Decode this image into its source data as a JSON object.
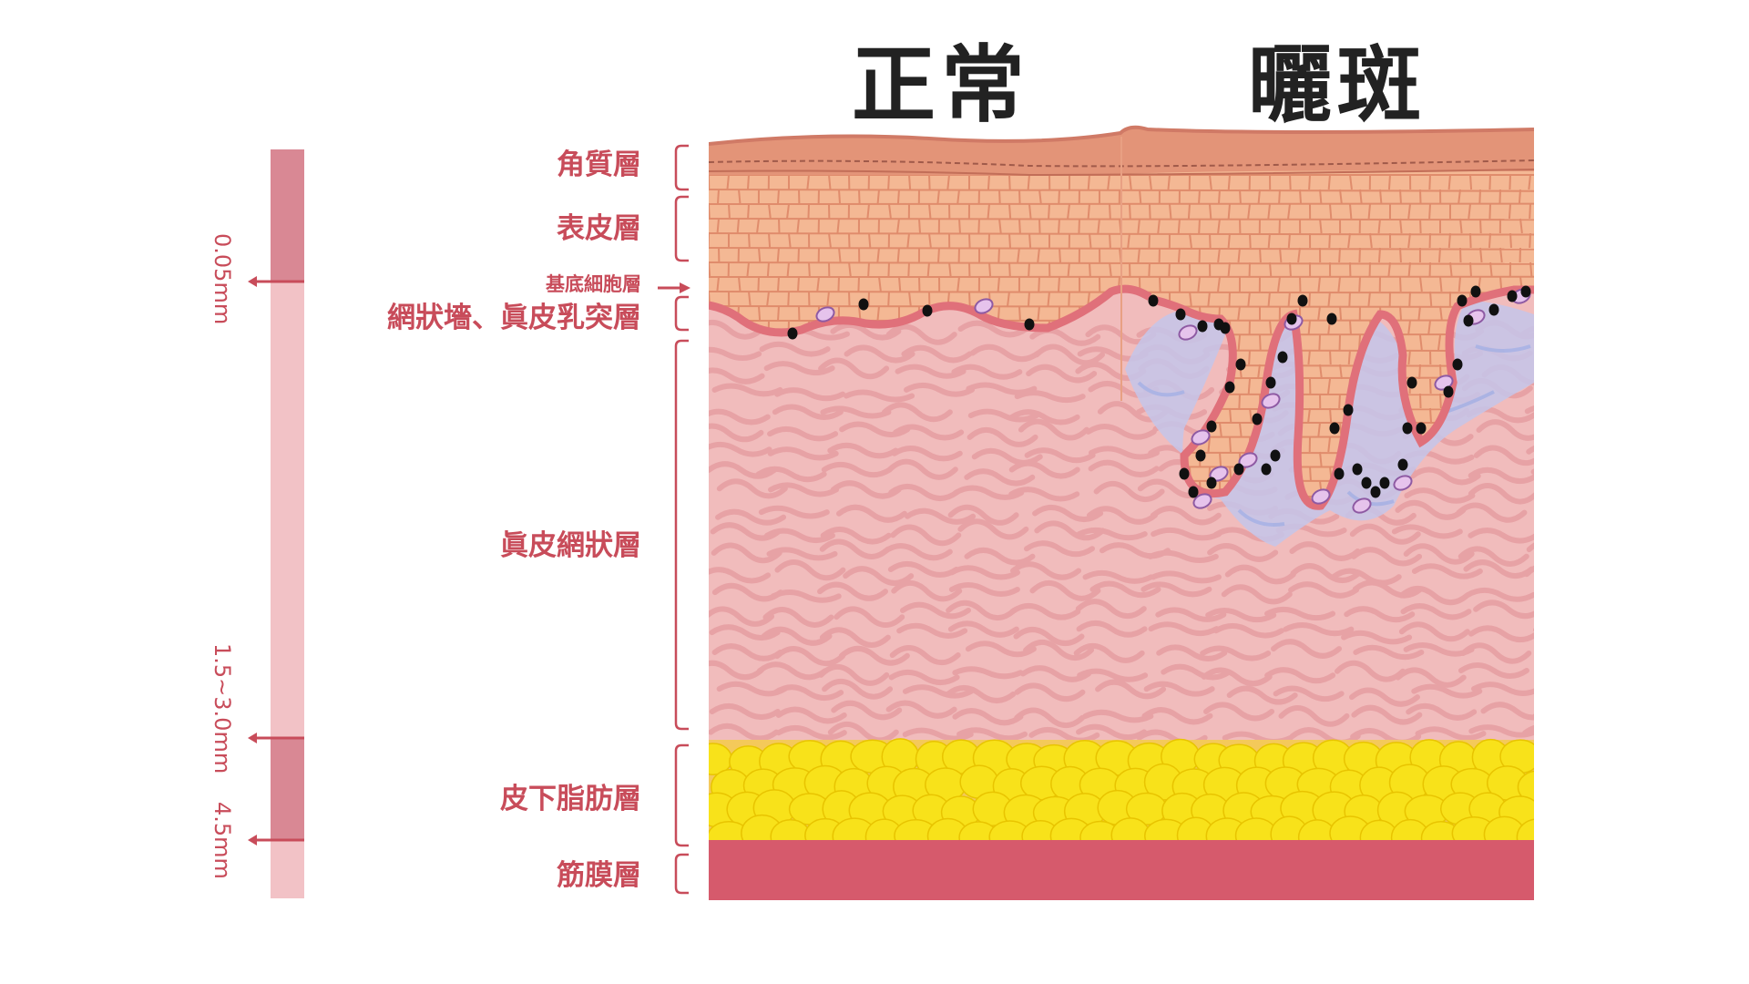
{
  "titles": {
    "normal": "正常",
    "spot": "曬斑"
  },
  "layers": [
    {
      "id": "stratum-corneum",
      "label": "角質層"
    },
    {
      "id": "epidermis",
      "label": "表皮層"
    },
    {
      "id": "basal-cell-layer",
      "label": "基底細胞層"
    },
    {
      "id": "dermal-papillae",
      "label": "網狀墻、眞皮乳突層"
    },
    {
      "id": "reticular-dermis",
      "label": "眞皮網狀層"
    },
    {
      "id": "subcutaneous-fat",
      "label": "皮下脂肪層"
    },
    {
      "id": "fascia",
      "label": "筋膜層"
    }
  ],
  "depth_marks": [
    {
      "id": "d1",
      "label": "0.05mm"
    },
    {
      "id": "d2",
      "label": "1.5~3.0mm"
    },
    {
      "id": "d3",
      "label": "4.5mm"
    }
  ],
  "colors": {
    "label": "#c84c5a",
    "scale_dark": "#d98894",
    "scale_light": "#f2c2c6",
    "corneum": "#e39478",
    "epidermis": "#f4b894",
    "dermis": "#f1bcbc",
    "fat": "#f7dd1e",
    "fascia": "#d65a6c",
    "melanin": "#111111",
    "melanocyte": "#b98ac4",
    "damage": "#b6bfe6"
  }
}
